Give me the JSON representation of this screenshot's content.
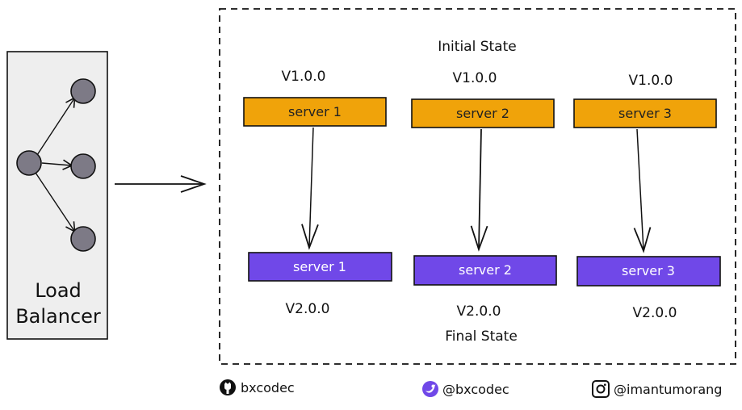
{
  "load_balancer": {
    "label_line1": "Load",
    "label_line2": "Balancer"
  },
  "deployment": {
    "initial_state_label": "Initial State",
    "final_state_label": "Final State",
    "initial_servers": [
      {
        "name": "server 1",
        "version": "V1.0.0"
      },
      {
        "name": "server 2",
        "version": "V1.0.0"
      },
      {
        "name": "server 3",
        "version": "V1.0.0"
      }
    ],
    "final_servers": [
      {
        "name": "server 1",
        "version": "V2.0.0"
      },
      {
        "name": "server 2",
        "version": "V2.0.0"
      },
      {
        "name": "server 3",
        "version": "V2.0.0"
      }
    ]
  },
  "footer": {
    "github": {
      "icon": "github-icon",
      "handle": "bxcodec"
    },
    "twitter": {
      "icon": "twitter-icon",
      "handle": "@bxcodec"
    },
    "instagram": {
      "icon": "instagram-icon",
      "handle": "@imantumorang"
    }
  },
  "colors": {
    "initial_server_fill": "#f0a30a",
    "final_server_fill": "#7048e8",
    "node_fill": "#7d7a86",
    "lb_panel_fill": "#eeeeee",
    "twitter_badge": "#7048e8"
  }
}
